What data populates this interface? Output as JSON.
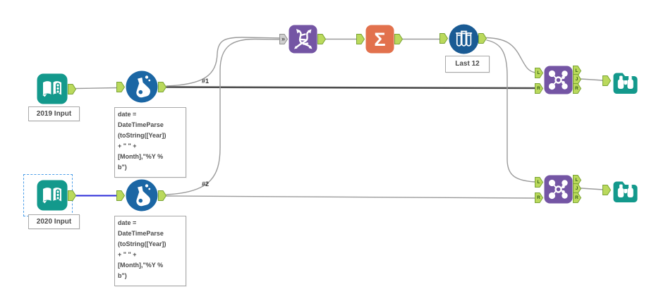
{
  "labels": {
    "input_2019": "2019 Input",
    "input_2020": "2020 Input",
    "sample_annotation": "Last 12",
    "formula_annotation": "date =\nDateTimeParse\n(toString([Year])\n+ \" \" +\n[Month],\"%Y %\nb\")",
    "connection_1": "#1",
    "connection_2": "#2"
  },
  "anchors": {
    "left": "L",
    "right": "R",
    "join": "J",
    "multi": "»"
  },
  "icons": {
    "summarize_sigma": "Σ"
  },
  "colors": {
    "canvas_bg": "#ffffff",
    "teal_tool": "#13998c",
    "formula_blue": "#1b66a4",
    "sample_navy": "#1a5b94",
    "purple_tool": "#7455a4",
    "summarize_orange": "#e2714d",
    "anchor_green": "#bad95c",
    "anchor_green_border": "#79a335",
    "wire_gray": "#9b9b9b",
    "wire_dark": "#4d4d4d",
    "wire_selected_blue": "#2b2bd8",
    "selection_dashed_blue": "#4c9ee8",
    "annotation_text": "#4a4a4a"
  }
}
